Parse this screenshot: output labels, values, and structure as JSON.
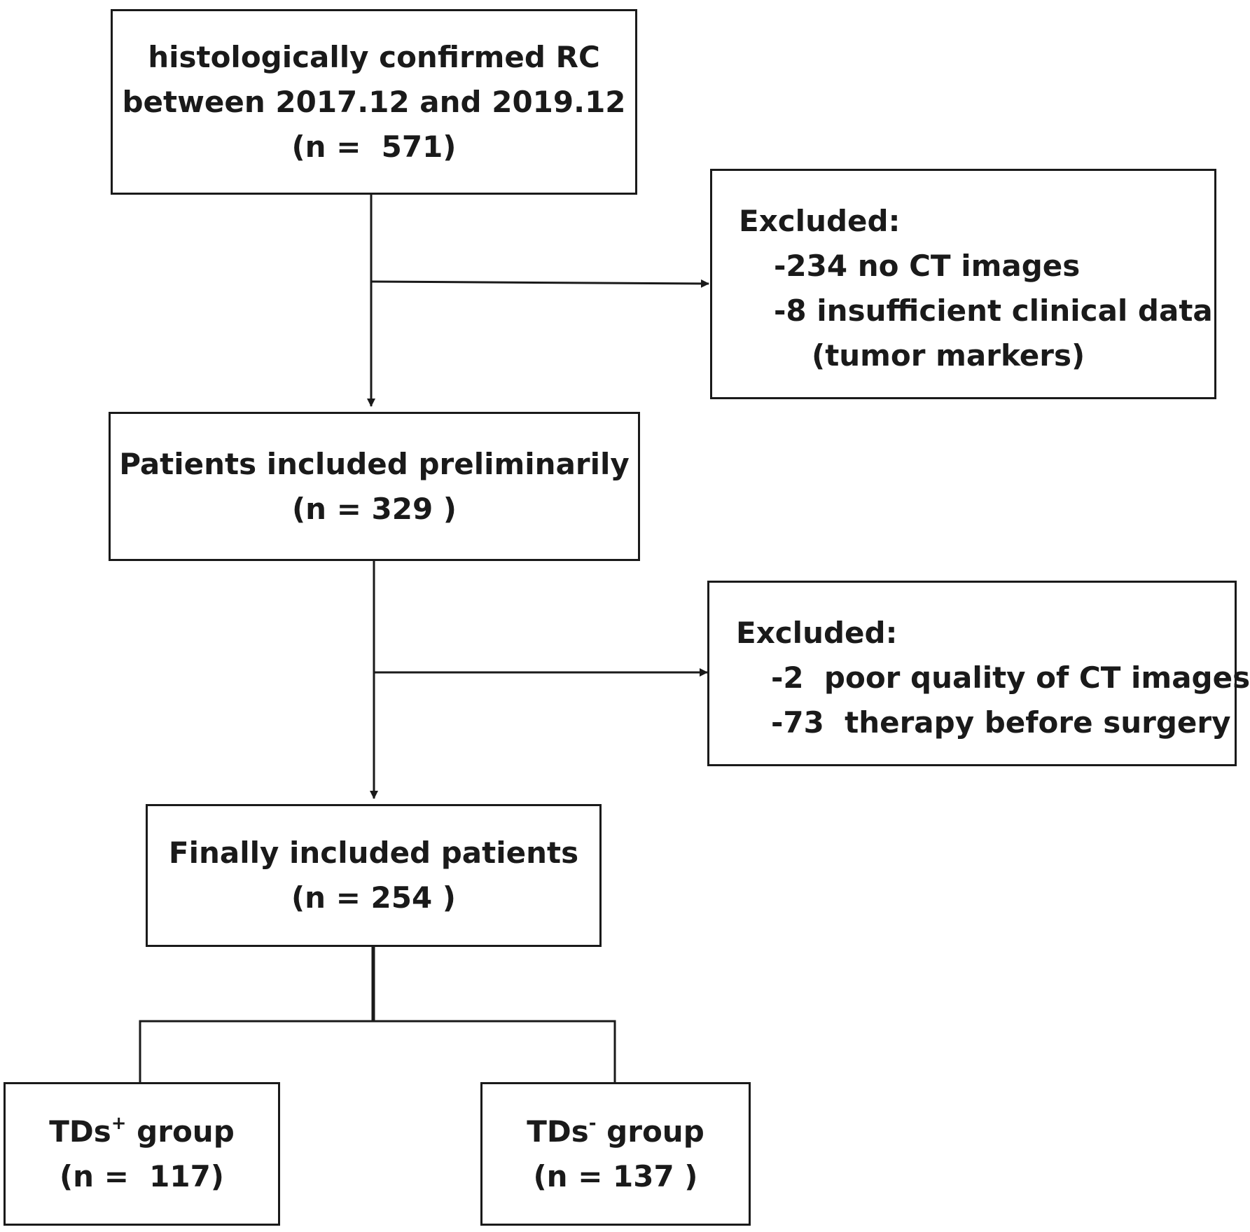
{
  "boxes": {
    "initial": {
      "lines": [
        "histologically confirmed RC",
        "between 2017.12 and 2019.12",
        "(n =  571)"
      ]
    },
    "excluded_1": {
      "title": "Excluded:",
      "items": [
        "-234 no CT images",
        "-8 insufficient clinical data",
        "(tumor markers)"
      ]
    },
    "preliminary": {
      "lines": [
        "Patients included preliminarily",
        "(n = 329 )"
      ]
    },
    "excluded_2": {
      "title": "Excluded:",
      "items": [
        "-2  poor quality of CT images",
        "-73  therapy before surgery"
      ]
    },
    "final": {
      "lines": [
        "Finally included patients",
        "(n = 254 )"
      ]
    },
    "tds_pos": {
      "label_prefix": "TDs",
      "superscript": "+",
      "label_suffix": " group",
      "count": "(n =  117)"
    },
    "tds_neg": {
      "label_prefix": "TDs",
      "superscript": "-",
      "label_suffix": " group",
      "count": "(n = 137 )"
    }
  },
  "colors": {
    "stroke": "#1a1a1a",
    "background": "#ffffff"
  }
}
